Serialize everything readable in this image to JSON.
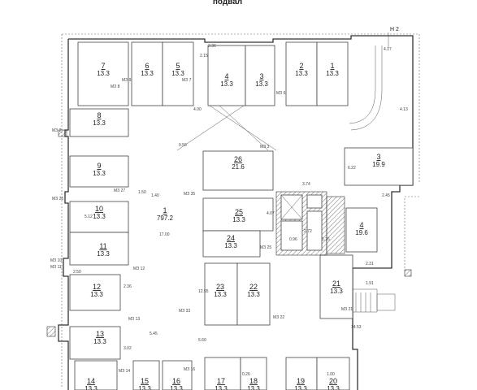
{
  "title": "подвал",
  "axis_label": "Н 2",
  "rooms": [
    {
      "num": "7",
      "area": "13.3"
    },
    {
      "num": "6",
      "area": "13.3"
    },
    {
      "num": "5",
      "area": "13.3"
    },
    {
      "num": "4",
      "area": "13.3"
    },
    {
      "num": "3",
      "area": "13.3"
    },
    {
      "num": "2",
      "area": "13.3"
    },
    {
      "num": "1",
      "area": "13.3"
    },
    {
      "num": "8",
      "area": "13.3"
    },
    {
      "num": "9",
      "area": "13.3"
    },
    {
      "num": "10",
      "area": "13.3"
    },
    {
      "num": "11",
      "area": "13.3"
    },
    {
      "num": "12",
      "area": "13.3"
    },
    {
      "num": "13",
      "area": "13.3"
    },
    {
      "num": "14",
      "area": "13.3"
    },
    {
      "num": "15",
      "area": "13.3"
    },
    {
      "num": "16",
      "area": "13.3"
    },
    {
      "num": "17",
      "area": "13.3"
    },
    {
      "num": "18",
      "area": "13.3"
    },
    {
      "num": "19",
      "area": "13.3"
    },
    {
      "num": "20",
      "area": "13.3"
    },
    {
      "num": "21",
      "area": "13.3"
    },
    {
      "num": "22",
      "area": "13.3"
    },
    {
      "num": "23",
      "area": "13.3"
    },
    {
      "num": "24",
      "area": "13.3"
    },
    {
      "num": "25",
      "area": "13.3"
    },
    {
      "num": "26",
      "area": "21.6"
    },
    {
      "num": "3",
      "area": "19.9"
    },
    {
      "num": "4",
      "area": "19.6"
    },
    {
      "num": "1",
      "area": "797.2"
    }
  ],
  "tags": [
    "МЗ 9",
    "МЗ 8",
    "МЗ 7",
    "МЗ 6",
    "МЗ 2",
    "МЗ 3",
    "МЗ 35",
    "МЗ 11",
    "МЗ 12",
    "МЗ 10",
    "МЗ 13",
    "МЗ 33",
    "МЗ 22",
    "МЗ 25",
    "МЗ 21",
    "МЗ 14",
    "МЗ 16",
    "МЗ 26",
    "МЗ 27"
  ],
  "dims": [
    "3.36",
    "2.15",
    "4.17",
    "0.56",
    "4.00",
    "1.40",
    "3.74",
    "2.45",
    "5.12",
    "2.50",
    "2.36",
    "3.02",
    "5.45",
    "2.31",
    "1.91",
    "1.00",
    "6.22",
    "1.50",
    "17.00",
    "1.76",
    "2.72",
    "0.96",
    "0.26",
    "14.53",
    "4.07",
    "12.55",
    "5.60",
    "4.13"
  ]
}
